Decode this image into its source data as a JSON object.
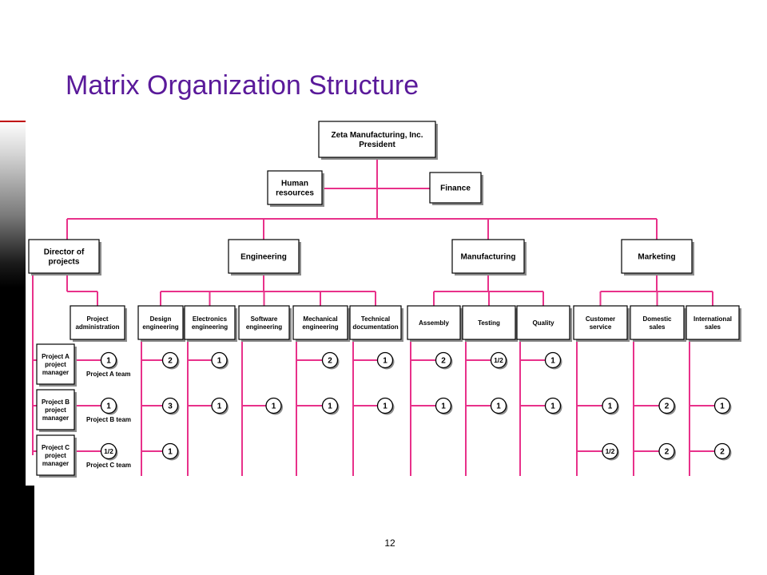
{
  "slide": {
    "title": "Matrix Organization Structure",
    "page_number": "12"
  },
  "colors": {
    "connector": "#e8318a",
    "title": "#5a1a9a",
    "box_border": "#000000",
    "box_shadow": "#8c8c8c"
  },
  "org": {
    "president": [
      "Zeta Manufacturing, Inc.",
      "President"
    ],
    "staff": [
      {
        "id": "hr",
        "label": [
          "Human",
          "resources"
        ]
      },
      {
        "id": "finance",
        "label": [
          "Finance"
        ]
      }
    ],
    "divisions": [
      {
        "id": "director",
        "label": [
          "Director of",
          "projects"
        ]
      },
      {
        "id": "engineering",
        "label": [
          "Engineering"
        ]
      },
      {
        "id": "manufacturing",
        "label": [
          "Manufacturing"
        ]
      },
      {
        "id": "marketing",
        "label": [
          "Marketing"
        ]
      }
    ],
    "project_admin": [
      "Project",
      "administration"
    ],
    "project_managers": [
      {
        "label": [
          "Project A",
          "project",
          "manager"
        ],
        "team": "Project A team",
        "admin_count": "1"
      },
      {
        "label": [
          "Project B",
          "project",
          "manager"
        ],
        "team": "Project B team",
        "admin_count": "1"
      },
      {
        "label": [
          "Project C",
          "project",
          "manager"
        ],
        "team": "Project C team",
        "admin_count": "1/2"
      }
    ],
    "departments": [
      {
        "division": "engineering",
        "label": [
          "Design",
          "engineering"
        ],
        "counts": [
          "2",
          "3",
          "1"
        ]
      },
      {
        "division": "engineering",
        "label": [
          "Electronics",
          "engineering"
        ],
        "counts": [
          "1",
          "1",
          ""
        ]
      },
      {
        "division": "engineering",
        "label": [
          "Software",
          "engineering"
        ],
        "counts": [
          "",
          "1",
          ""
        ]
      },
      {
        "division": "engineering",
        "label": [
          "Mechanical",
          "engineering"
        ],
        "counts": [
          "2",
          "1",
          ""
        ]
      },
      {
        "division": "engineering",
        "label": [
          "Technical",
          "documentation"
        ],
        "counts": [
          "1",
          "1",
          ""
        ]
      },
      {
        "division": "manufacturing",
        "label": [
          "Assembly"
        ],
        "counts": [
          "2",
          "1",
          ""
        ]
      },
      {
        "division": "manufacturing",
        "label": [
          "Testing"
        ],
        "counts": [
          "1/2",
          "1",
          ""
        ]
      },
      {
        "division": "manufacturing",
        "label": [
          "Quality"
        ],
        "counts": [
          "1",
          "1",
          ""
        ]
      },
      {
        "division": "marketing",
        "label": [
          "Customer",
          "service"
        ],
        "counts": [
          "",
          "1",
          "1/2"
        ]
      },
      {
        "division": "marketing",
        "label": [
          "Domestic",
          "sales"
        ],
        "counts": [
          "",
          "2",
          "2"
        ]
      },
      {
        "division": "marketing",
        "label": [
          "International",
          "sales"
        ],
        "counts": [
          "",
          "1",
          "2"
        ]
      }
    ]
  }
}
